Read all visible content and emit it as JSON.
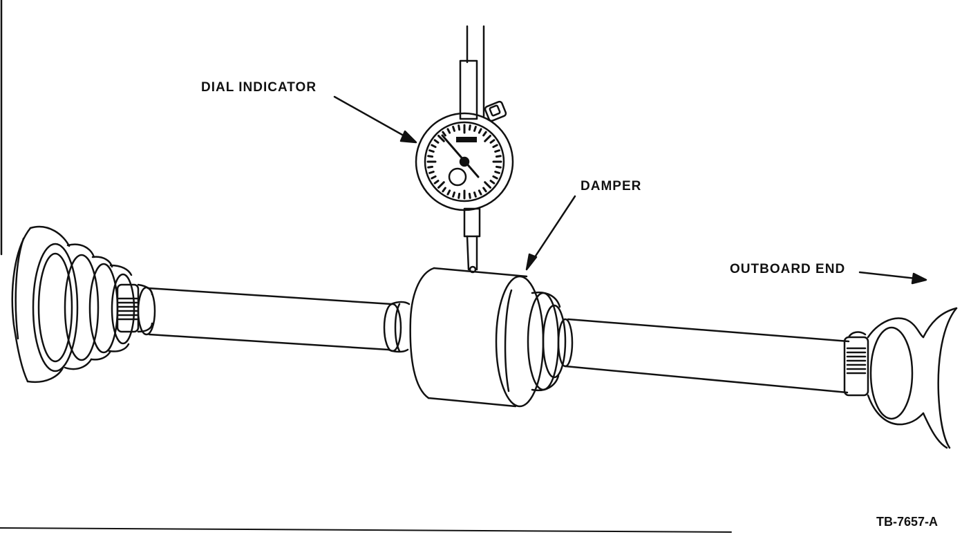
{
  "labels": {
    "dial_indicator": "DIAL INDICATOR",
    "damper": "DAMPER",
    "outboard_end": "OUTBOARD END",
    "figure_id": "TB-7657-A"
  },
  "colors": {
    "ink": "#111111",
    "paper": "#ffffff"
  }
}
